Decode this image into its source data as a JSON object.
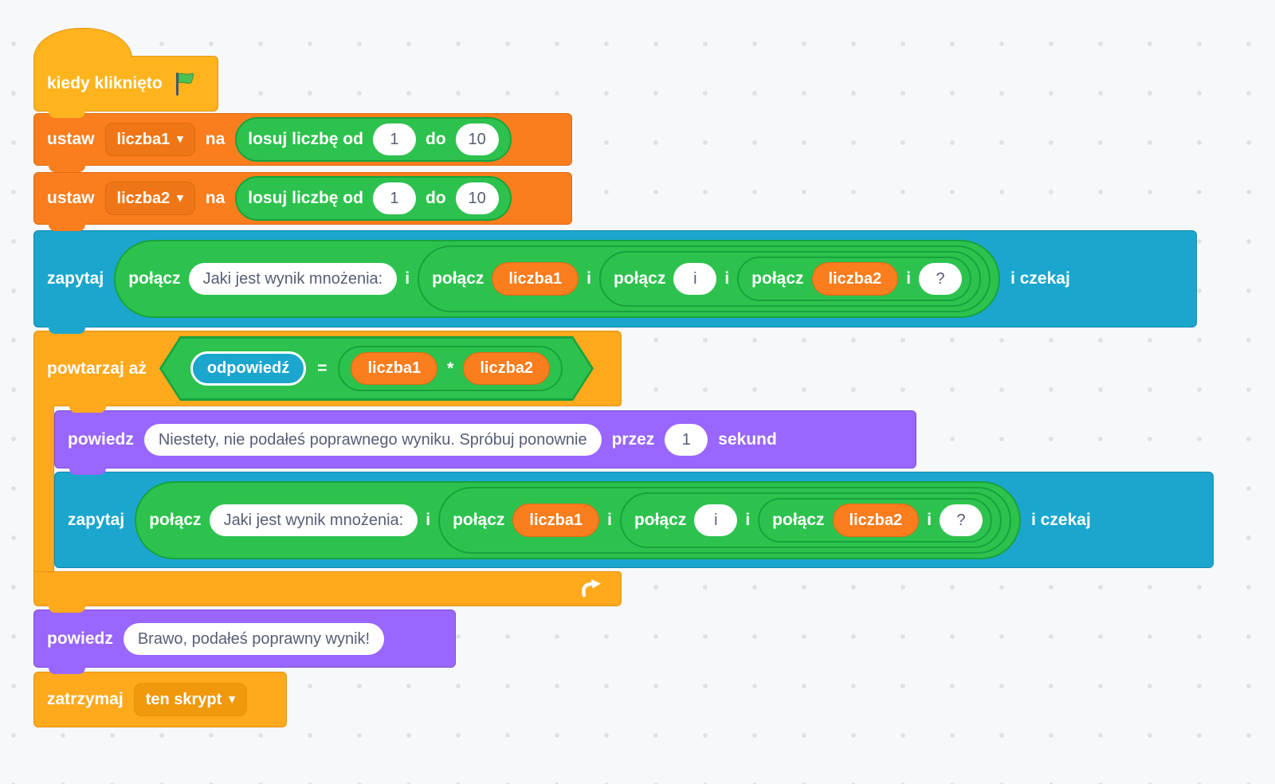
{
  "palette": {
    "bg": "#f7f8fa",
    "dot": "#dfe1e7",
    "events": "#FFB41E",
    "events_border": "#E0991A",
    "control": "#FFA91D",
    "control_border": "#E6930F",
    "control_dd": "#F0990D",
    "variables": "#FA7D1E",
    "variables_border": "#DD6B10",
    "variables_dd": "#EF7616",
    "operators": "#2DC24E",
    "operators_border": "#17A33C",
    "sensing": "#1BA6CE",
    "sensing_border": "#0E88AD",
    "looks": "#9966FF",
    "looks_border": "#7E4FD6",
    "field_text": "#575E75",
    "flag_green": "#4CBF56"
  },
  "script": {
    "hat": {
      "label": "kiedy kliknięto"
    },
    "set1": {
      "verb": "ustaw",
      "variable": "liczba1",
      "prep": "na",
      "random": {
        "label_from": "losuj liczbę od",
        "from": "1",
        "label_to": "do",
        "to": "10"
      }
    },
    "set2": {
      "verb": "ustaw",
      "variable": "liczba2",
      "prep": "na",
      "random": {
        "label_from": "losuj liczbę od",
        "from": "1",
        "label_to": "do",
        "to": "10"
      }
    },
    "ask1": {
      "verb": "zapytaj",
      "suffix": "i czekaj",
      "join1": {
        "label": "połącz",
        "text": "Jaki jest wynik mnożenia:",
        "and": "i"
      },
      "join2": {
        "label": "połącz",
        "variable": "liczba1",
        "and": "i"
      },
      "join3": {
        "label": "połącz",
        "value": "i",
        "and": "i"
      },
      "join4": {
        "label": "połącz",
        "variable": "liczba2",
        "and": "i",
        "value": "?"
      }
    },
    "repeat": {
      "label": "powtarzaj aż",
      "condition": {
        "answer": "odpowiedź",
        "operator": "=",
        "product": {
          "a": "liczba1",
          "operator": "*",
          "b": "liczba2"
        }
      }
    },
    "say_wrong": {
      "verb": "powiedz",
      "text": "Niestety, nie podałeś poprawnego wyniku. Spróbuj ponownie",
      "prep": "przez",
      "seconds": "1",
      "unit": "sekund"
    },
    "ask2": {
      "verb": "zapytaj",
      "suffix": "i czekaj",
      "join1": {
        "label": "połącz",
        "text": "Jaki jest wynik mnożenia:",
        "and": "i"
      },
      "join2": {
        "label": "połącz",
        "variable": "liczba1",
        "and": "i"
      },
      "join3": {
        "label": "połącz",
        "value": "i",
        "and": "i"
      },
      "join4": {
        "label": "połącz",
        "variable": "liczba2",
        "and": "i",
        "value": "?"
      }
    },
    "say_right": {
      "verb": "powiedz",
      "text": "Brawo, podałeś poprawny wynik!"
    },
    "stop": {
      "verb": "zatrzymaj",
      "option": "ten skrypt"
    }
  }
}
